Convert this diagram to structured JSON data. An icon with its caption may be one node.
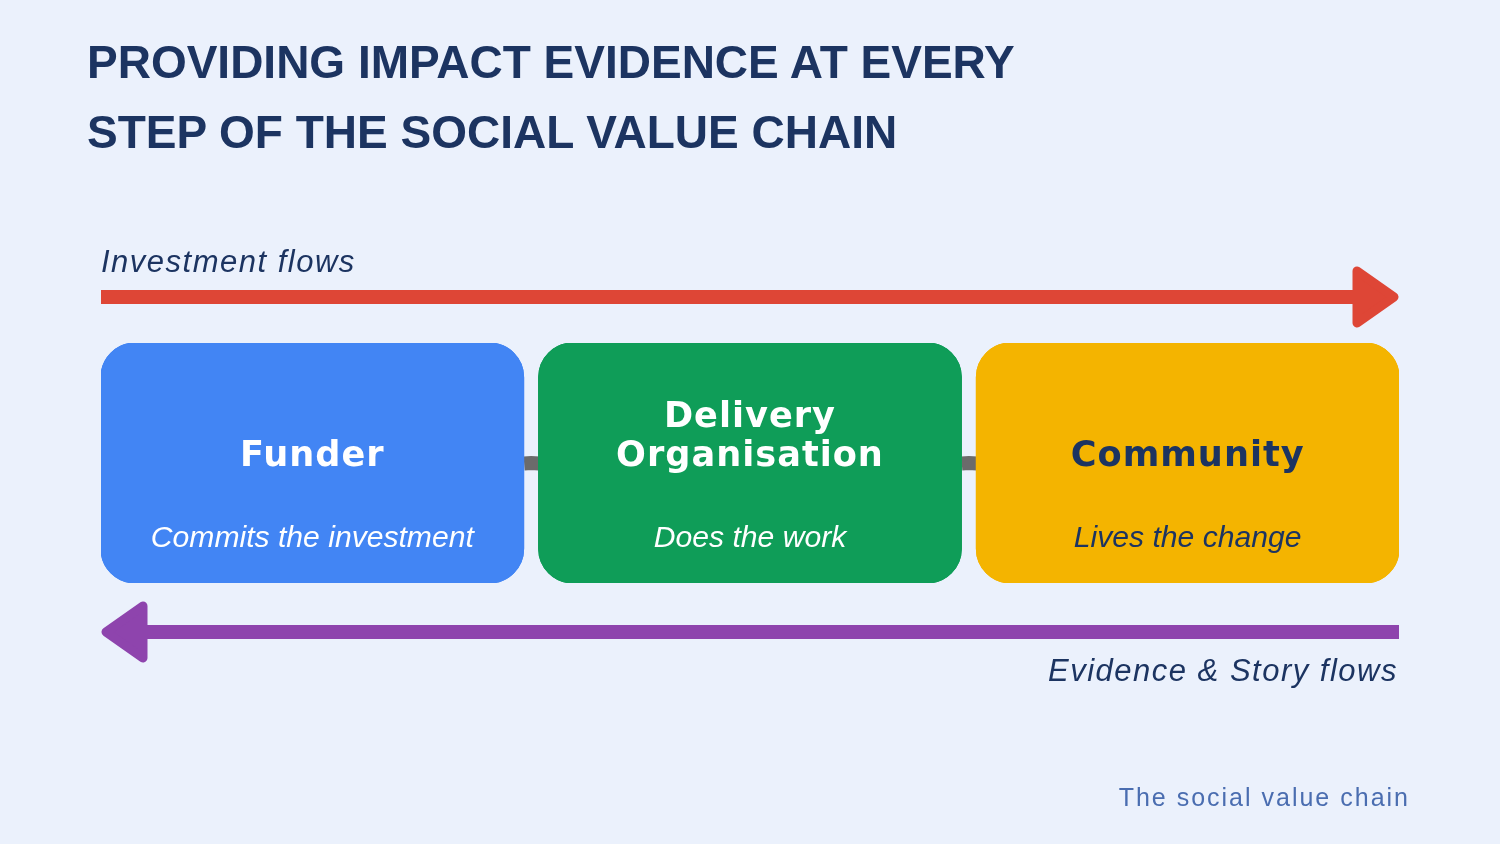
{
  "diagram": {
    "title": "PROVIDING IMPACT EVIDENCE AT EVERY STEP OF THE SOCIAL VALUE CHAIN",
    "caption": "The social value chain",
    "nodes": [
      {
        "text": [
          "Funder",
          "Commits the investment"
        ]
      },
      {
        "text": [
          "Delivery Organisation",
          "Does the work"
        ]
      },
      {
        "text": [
          "Community",
          "Lives the change"
        ]
      }
    ],
    "edges": [
      {
        "from": 0,
        "to": 1,
        "arrow": "none"
      },
      {
        "from": 1,
        "to": 2,
        "arrow": "none"
      }
    ],
    "labels": [
      "Investment flows",
      "Evidence & Story flows"
    ]
  }
}
